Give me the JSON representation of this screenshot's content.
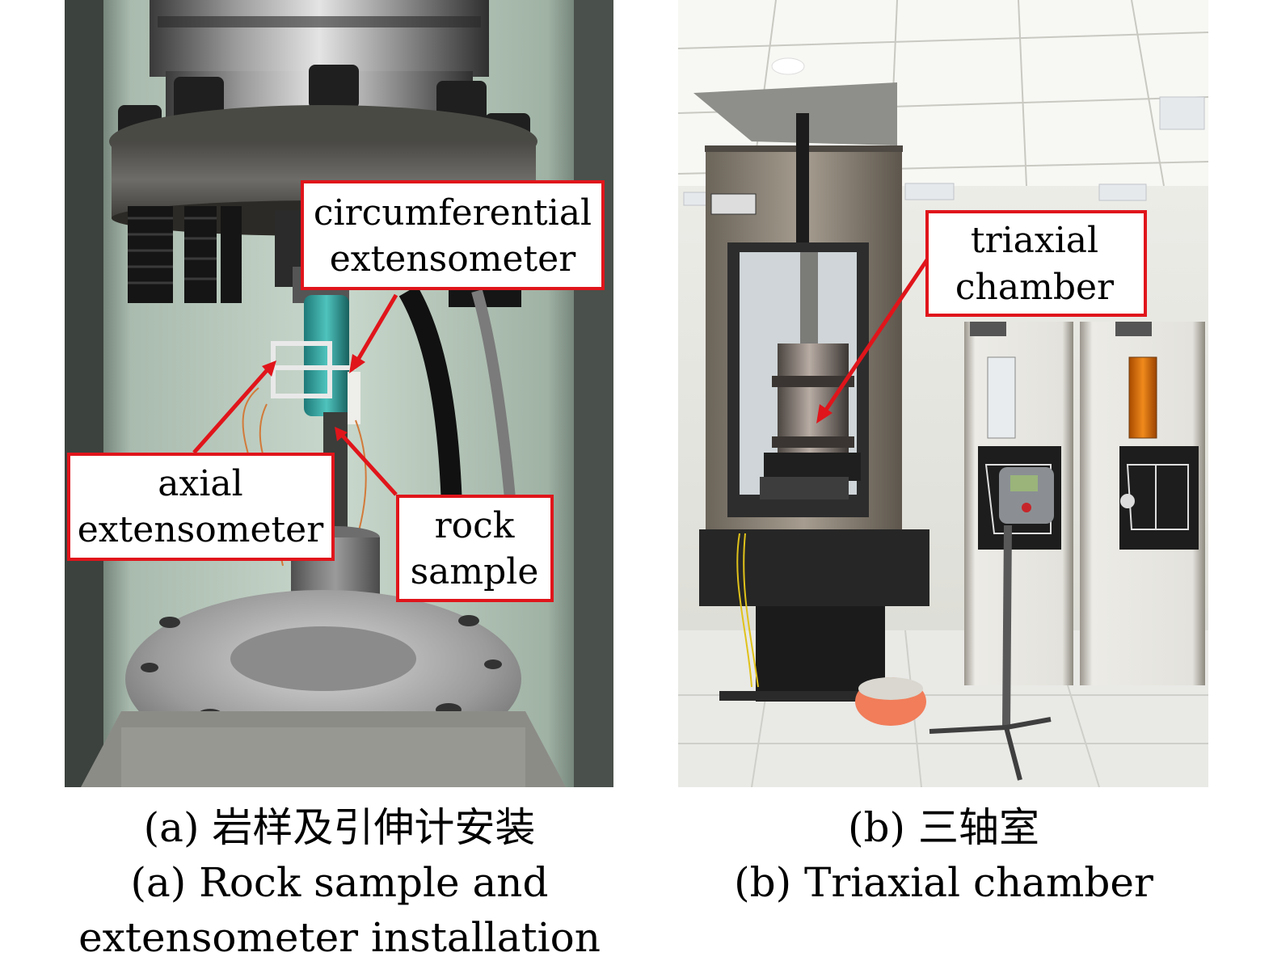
{
  "figure": {
    "panel_a": {
      "labels": {
        "circumferential": [
          "circumferential",
          "extensometer"
        ],
        "axial": [
          "axial",
          "extensometer"
        ],
        "rock": [
          "rock",
          "sample"
        ]
      },
      "caption": {
        "zh": "(a) 岩样及引伸计安装",
        "en_line1": "(a) Rock sample and",
        "en_line2": "extensometer installation"
      }
    },
    "panel_b": {
      "labels": {
        "chamber": [
          "triaxial",
          "chamber"
        ]
      },
      "caption": {
        "zh": "(b) 三轴室",
        "en_line1": "(b) Triaxial chamber"
      }
    }
  },
  "colors": {
    "annotation_red": "#e0151b",
    "label_box_fill": "#ffffff"
  }
}
